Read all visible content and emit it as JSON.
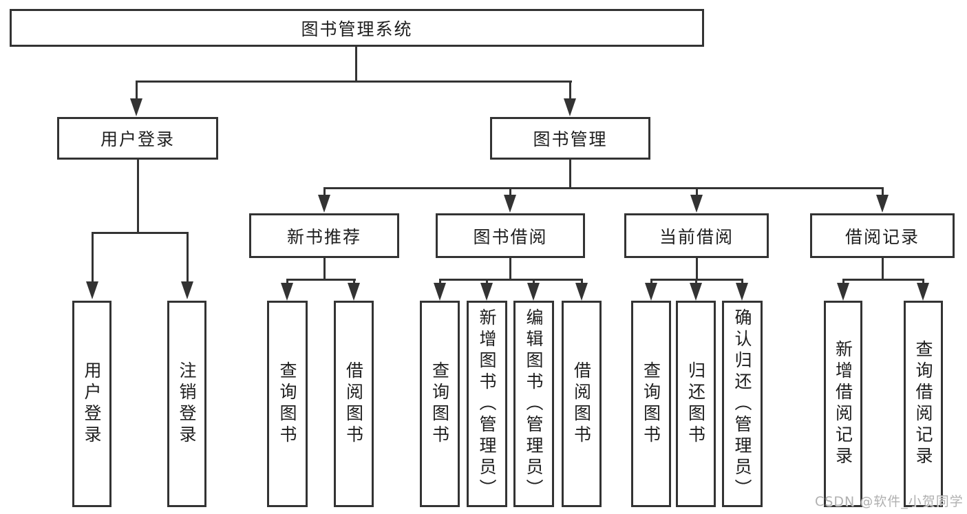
{
  "diagram": {
    "title_node": {
      "label": "图书管理系统"
    },
    "level2": [
      {
        "id": "user-login",
        "label": "用户登录"
      },
      {
        "id": "book-management",
        "label": "图书管理"
      }
    ],
    "level3": [
      {
        "id": "new-book-recommend",
        "label": "新书推荐"
      },
      {
        "id": "book-borrowing",
        "label": "图书借阅"
      },
      {
        "id": "current-borrowing",
        "label": "当前借阅"
      },
      {
        "id": "borrowing-records",
        "label": "借阅记录"
      }
    ],
    "leaves": [
      {
        "id": "user-login-leaf",
        "label": "用户登录"
      },
      {
        "id": "logout",
        "label": "注销登录"
      },
      {
        "id": "query-books-recommend",
        "label": "查询图书"
      },
      {
        "id": "borrow-books-recommend",
        "label": "借阅图书"
      },
      {
        "id": "query-books-borrowing",
        "label": "查询图书"
      },
      {
        "id": "add-books-admin",
        "label": "新增图书（管理员）"
      },
      {
        "id": "edit-books-admin",
        "label": "编辑图书（管理员）"
      },
      {
        "id": "borrow-books-borrowing",
        "label": "借阅图书"
      },
      {
        "id": "query-books-current",
        "label": "查询图书"
      },
      {
        "id": "return-books",
        "label": "归还图书"
      },
      {
        "id": "confirm-return-admin",
        "label": "确认归还（管理员）"
      },
      {
        "id": "add-borrow-record",
        "label": "新增借阅记录"
      },
      {
        "id": "query-borrow-record",
        "label": "查询借阅记录"
      }
    ]
  },
  "watermark": {
    "text": "CSDN @软件_小贺同学",
    "color": "#b0b0b0"
  },
  "colors": {
    "line": "#333333",
    "text": "#1e1e1e",
    "background": "#ffffff"
  }
}
